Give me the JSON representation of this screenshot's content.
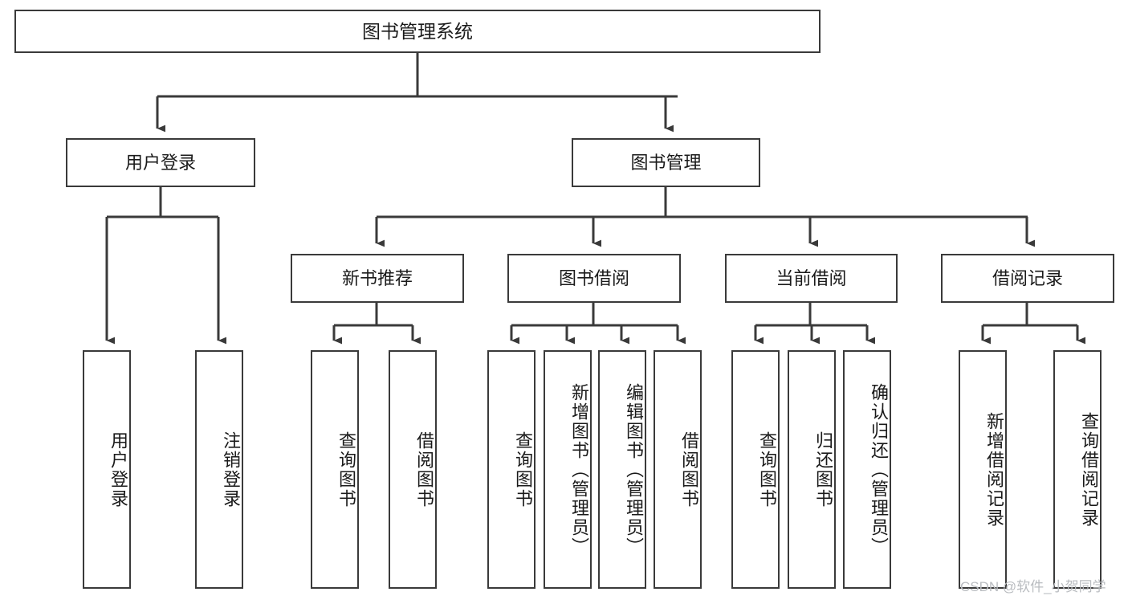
{
  "diagram": {
    "title": "图书管理系统",
    "watermark": "CSDN @软件_小贺同学",
    "colors": {
      "background": "#ffffff",
      "box_border": "#3a3a3a",
      "box_fill": "#ffffff",
      "connector": "#3a3a3a",
      "text": "#1a1a1a",
      "watermark": "#b9bcc0"
    },
    "nodes": {
      "root": "图书管理系统",
      "user_login": "用户登录",
      "book_manage": "图书管理",
      "new_book_recommend": "新书推荐",
      "book_borrow": "图书借阅",
      "current_borrow": "当前借阅",
      "borrow_record": "借阅记录",
      "leaf_user_login": "用户登录",
      "leaf_user_logout": "注销登录",
      "leaf_rec_query_book": "查询图书",
      "leaf_rec_borrow_book": "借阅图书",
      "leaf_borrow_query_book": "查询图书",
      "leaf_borrow_add_book": "新增图书（管理员）",
      "leaf_borrow_edit_book": "编辑图书（管理员）",
      "leaf_borrow_borrow_book": "借阅图书",
      "leaf_current_query_book": "查询图书",
      "leaf_current_return_book": "归还图书",
      "leaf_current_confirm_return": "确认归还（管理员）",
      "leaf_record_add": "新增借阅记录",
      "leaf_record_query": "查询借阅记录"
    }
  }
}
